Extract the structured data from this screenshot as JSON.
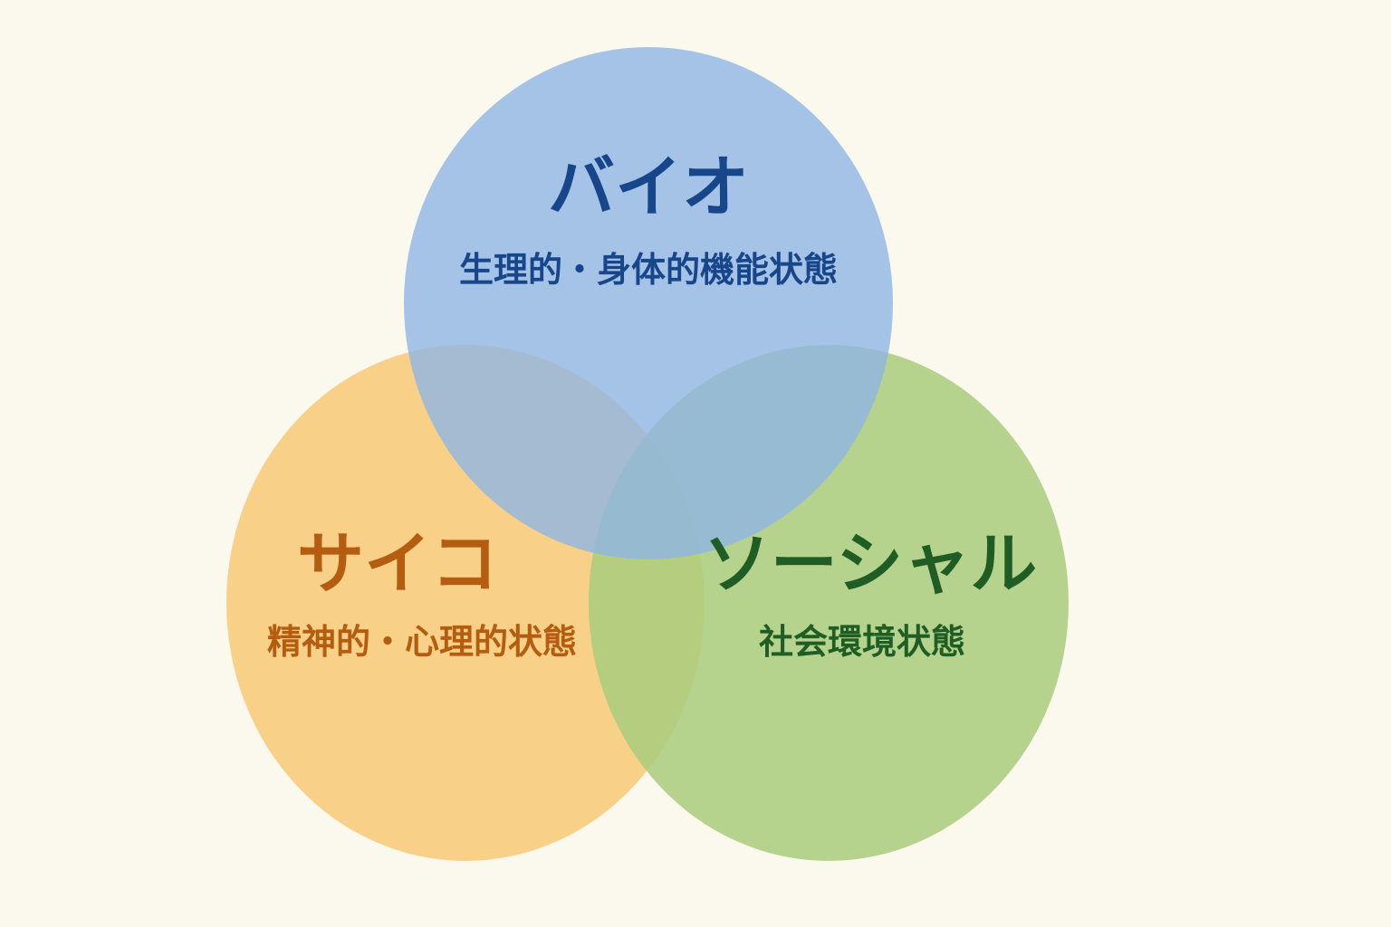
{
  "background_color": "#fbf8ee",
  "circles": {
    "bio": {
      "title": "バイオ",
      "subtitle": "生理的・身体的機能状態",
      "fill_color": "#8fb5e3",
      "text_color": "#17468a"
    },
    "psycho": {
      "title": "サイコ",
      "subtitle": "精神的・心理的状態",
      "fill_color": "#f7c974",
      "text_color": "#b45c0f"
    },
    "social": {
      "title": "ソーシャル",
      "subtitle": "社会環境状態",
      "fill_color": "#a9cc7d",
      "text_color": "#1f5d24"
    }
  }
}
